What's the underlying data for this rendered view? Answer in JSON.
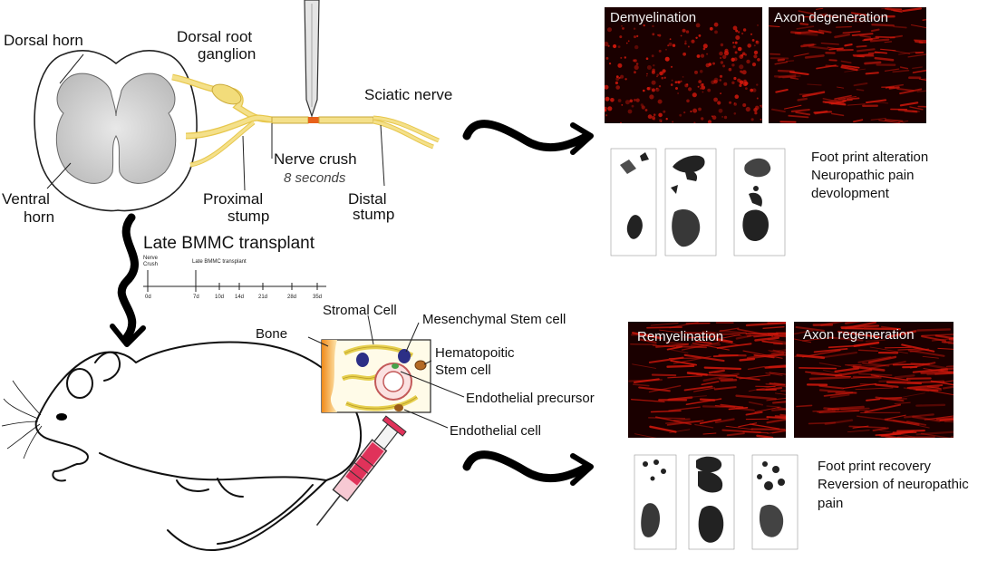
{
  "anatomy": {
    "dorsal_horn": "Dorsal horn",
    "ventral_horn_1": "Ventral",
    "ventral_horn_2": "horn",
    "drg_1": "Dorsal root",
    "drg_2": "ganglion",
    "sciatic_nerve": "Sciatic nerve",
    "nerve_crush": "Nerve crush",
    "crush_time": "8 seconds",
    "proximal_1": "Proximal",
    "proximal_2": "stump",
    "distal_1": "Distal",
    "distal_2": "stump"
  },
  "transplant_label": "Late BMMC transplant",
  "timeline": {
    "event_crush_1": "Nerve",
    "event_crush_2": "Crush",
    "event_transplant": "Late BMMC transplant",
    "ticks": [
      "0d",
      "7d",
      "10d",
      "14d",
      "21d",
      "28d",
      "35d"
    ]
  },
  "bone_marrow": {
    "bone": "Bone",
    "stromal": "Stromal Cell",
    "msc": "Mesenchymal Stem cell",
    "hsc_1": "Hematopoitic",
    "hsc_2": "Stem cell",
    "endo_precursor": "Endothelial precursor",
    "endo_cell": "Endothelial cell"
  },
  "panels": {
    "demyelination": "Demyelination",
    "axon_degeneration": "Axon degeneration",
    "remyelination": "Remyelination",
    "axon_regeneration": "Axon regeneration"
  },
  "outcomes": {
    "injury_1": "Foot print alteration",
    "injury_2": "Neuropathic pain",
    "injury_3": "devolopment",
    "recovery_1": "Foot print recovery",
    "recovery_2": "Reversion of neuropathic",
    "recovery_3": "pain"
  },
  "colors": {
    "nerve": "#f2dc7a",
    "grey_matter": "#cfcfcf",
    "crush": "#e8611a",
    "fluorescence": "#d4180c",
    "syringe": "#e0325a"
  }
}
